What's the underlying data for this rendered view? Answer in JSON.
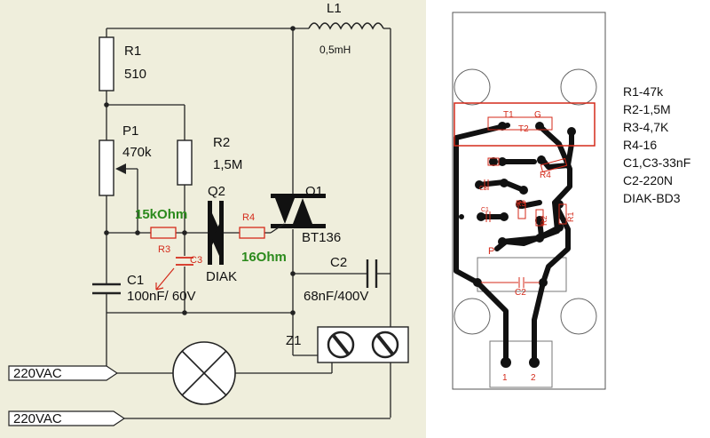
{
  "schematic": {
    "L1": {
      "name": "L1",
      "value": "0,5mH"
    },
    "R1": {
      "name": "R1",
      "value": "510"
    },
    "P1": {
      "name": "P1",
      "value": "470k"
    },
    "R2": {
      "name": "R2",
      "value": "1,5M"
    },
    "Q2": {
      "name": "Q2",
      "value": "DIAK"
    },
    "Q1": {
      "name": "Q1",
      "value": "BT136"
    },
    "C1": {
      "name": "C1",
      "value": "100nF/ 60V"
    },
    "C2": {
      "name": "C2",
      "value": "68nF/400V"
    },
    "Z1": {
      "name": "Z1"
    },
    "R3": {
      "name": "R3",
      "value": "15kOhm"
    },
    "R4": {
      "name": "R4",
      "value": "16Ohm"
    },
    "C3": {
      "name": "C3"
    },
    "supply_top": "220VAC",
    "supply_bottom": "220VAC"
  },
  "pcb": {
    "T1": "T1",
    "G": "G",
    "T2": "T2",
    "R4": "R4",
    "C3": "C3",
    "C1": "C1",
    "R3": "R3",
    "R2": "R2",
    "R1": "R1",
    "P": "P",
    "C2": "C2",
    "pad1": "1",
    "pad2": "2"
  },
  "bom": [
    "R1-47k",
    "R2-1,5M",
    "R3-4,7K",
    "R4-16",
    "C1,C3-33nF",
    "C2-220N",
    "DIAK-BD3"
  ],
  "colors": {
    "schematic_bg": "#efeedc",
    "annotation_red": "#d42a1a",
    "annotation_green": "#2b8a1c",
    "trace": "#111111"
  }
}
